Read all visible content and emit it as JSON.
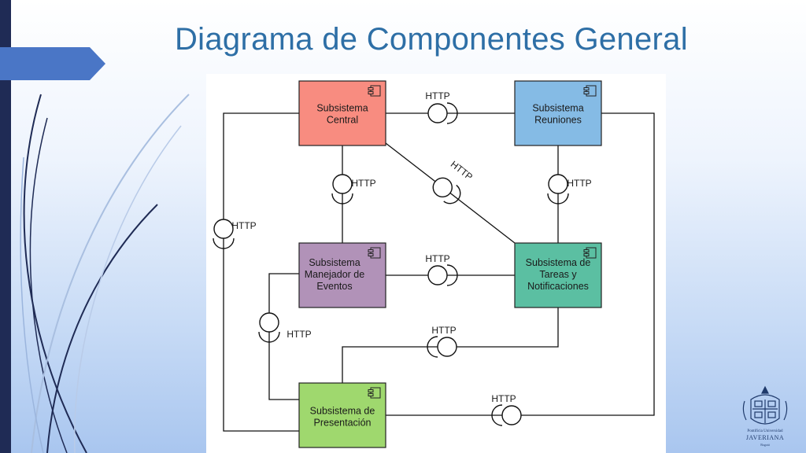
{
  "slide": {
    "title": "Diagrama de Componentes General"
  },
  "diagram": {
    "components": [
      {
        "id": "central",
        "lines": [
          "Subsistema",
          "Central"
        ],
        "color": "#f88c80"
      },
      {
        "id": "reuniones",
        "lines": [
          "Subsistema",
          "Reuniones"
        ],
        "color": "#85bbe5"
      },
      {
        "id": "eventos",
        "lines": [
          "Subsistema",
          "Manejador de",
          "Eventos"
        ],
        "color": "#b192b8"
      },
      {
        "id": "tareas",
        "lines": [
          "Subsistema de",
          "Tareas y",
          "Notificaciones"
        ],
        "color": "#5bbfa2"
      },
      {
        "id": "presentacion",
        "lines": [
          "Subsistema de",
          "Presentación"
        ],
        "color": "#9fd86e"
      }
    ],
    "interfaces": [
      {
        "id": "central-reuniones",
        "label": "HTTP"
      },
      {
        "id": "central-tareas",
        "label": "HTTP"
      },
      {
        "id": "central-eventos",
        "label": "HTTP"
      },
      {
        "id": "reuniones-tareas",
        "label": "HTTP"
      },
      {
        "id": "central-presentacion",
        "label": "HTTP"
      },
      {
        "id": "eventos-tareas",
        "label": "HTTP"
      },
      {
        "id": "eventos-presentacion",
        "label": "HTTP"
      },
      {
        "id": "tareas-presentacion",
        "label": "HTTP"
      },
      {
        "id": "reuniones-presentacion",
        "label": "HTTP"
      }
    ]
  },
  "logo": {
    "line1": "Pontificia Universidad",
    "line2": "JAVERIANA",
    "line3": "Bogotá"
  }
}
